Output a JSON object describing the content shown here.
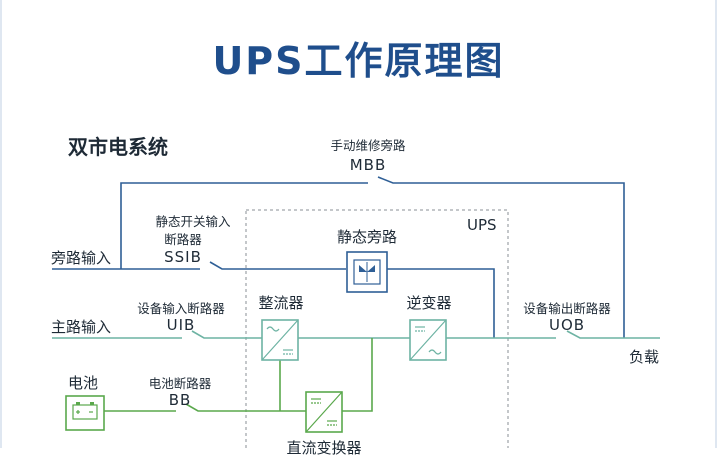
{
  "title": "UPS工作原理图",
  "system_label": "双市电系统",
  "mbb": {
    "name": "手动维修旁路",
    "code": "MBB"
  },
  "ssib": {
    "name_line1": "静态开关输入",
    "name_line2": "断路器",
    "code": "SSIB"
  },
  "uib": {
    "name": "设备输入断路器",
    "code": "UIB"
  },
  "bb": {
    "name": "电池断路器",
    "code": "BB"
  },
  "uob": {
    "name": "设备输出断路器",
    "code": "UOB"
  },
  "inputs": {
    "bypass": "旁路输入",
    "main": "主路输入",
    "battery": "电池"
  },
  "ups_label": "UPS",
  "blocks": {
    "static_bypass": "静态旁路",
    "rectifier": "整流器",
    "inverter": "逆变器",
    "dc_converter": "直流变换器"
  },
  "load": "负载",
  "colors": {
    "bypass_line": "#2f5f96",
    "main_line": "#6db3a3",
    "battery_line": "#5aa84c",
    "title": "#1f4e8c"
  }
}
